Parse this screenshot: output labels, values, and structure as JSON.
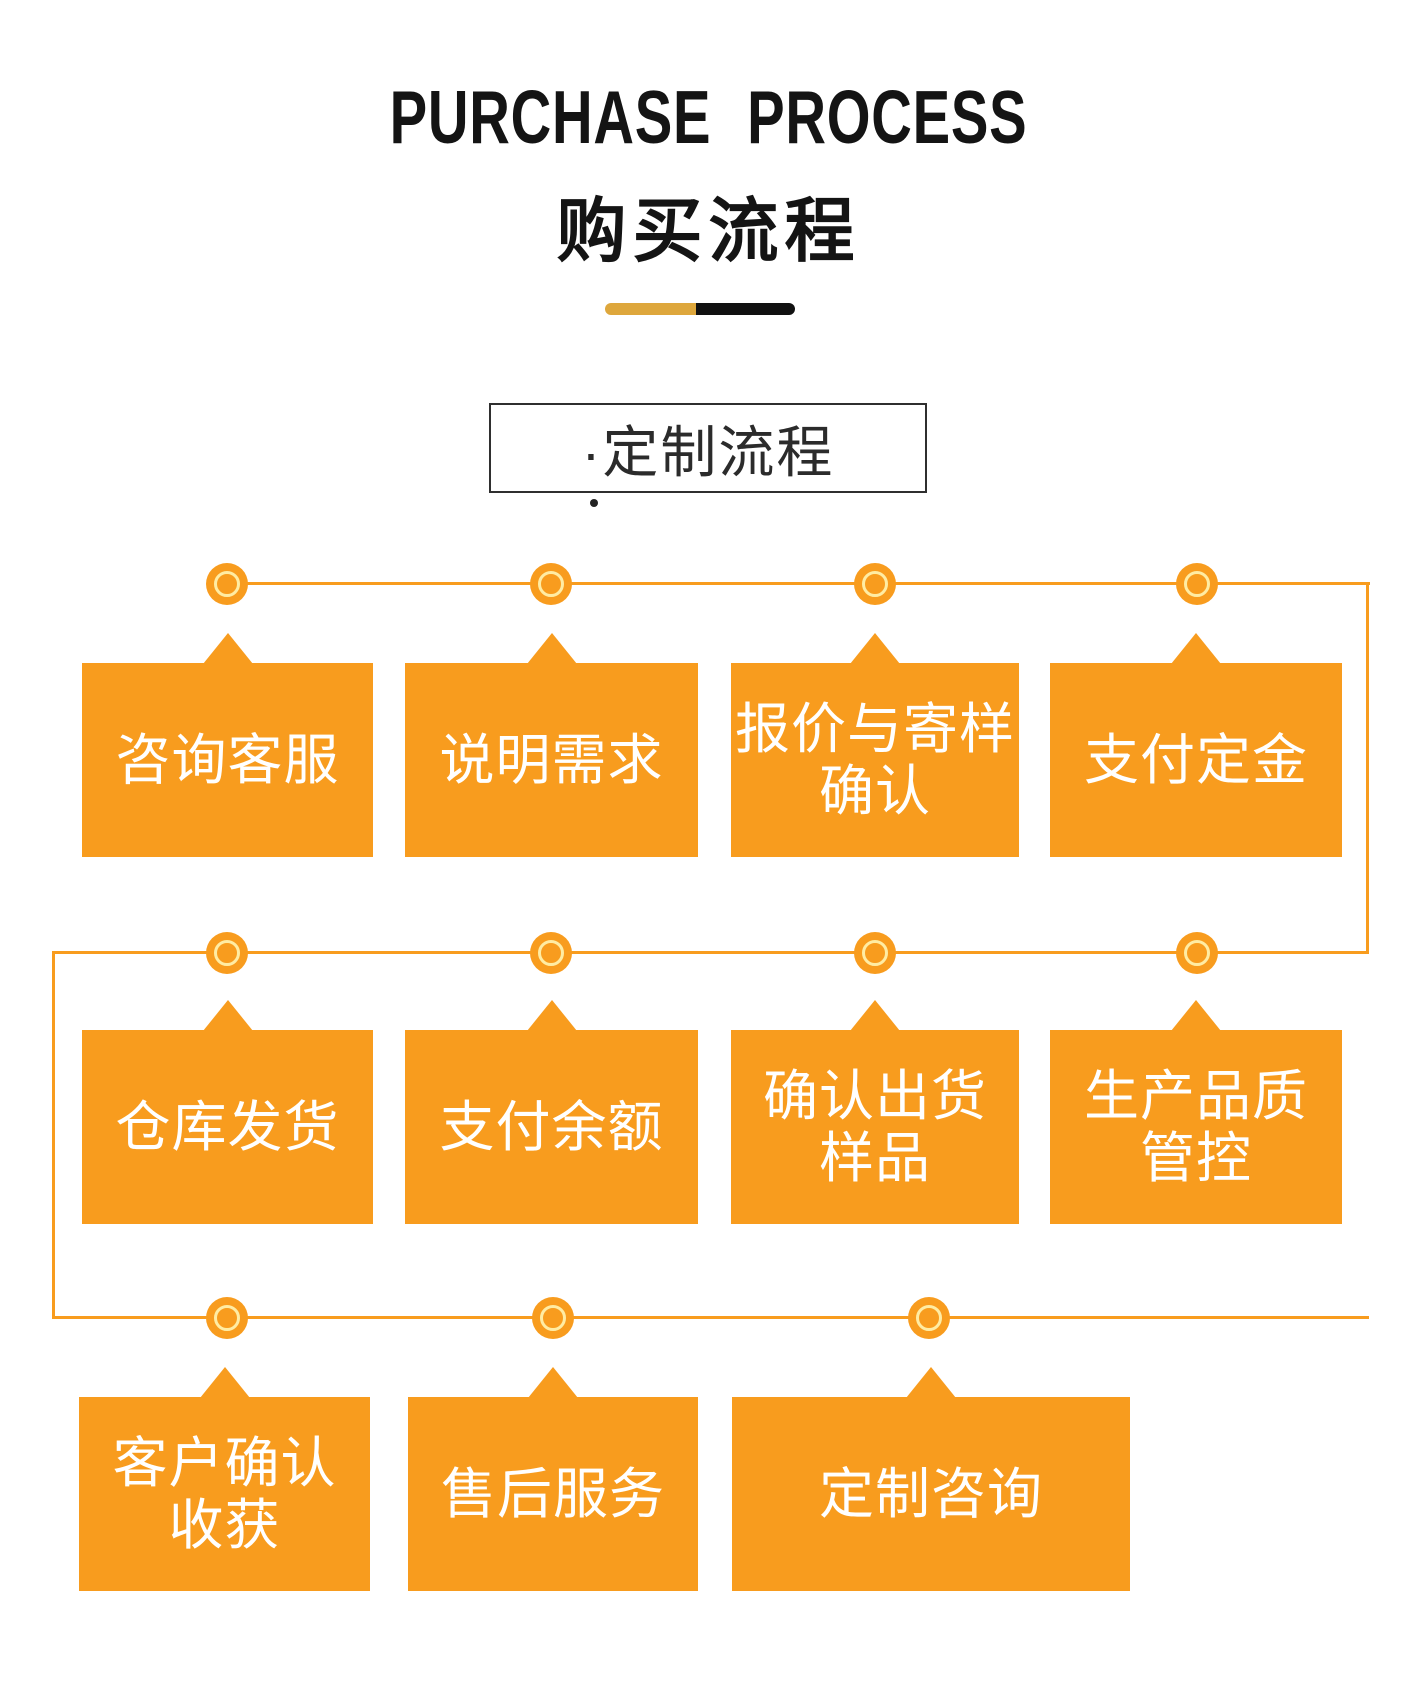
{
  "header": {
    "title_en": "PURCHASE PROCESS",
    "title_zh": "购买流程"
  },
  "section": {
    "label": "·定制流程"
  },
  "flow": {
    "rows": [
      {
        "steps": [
          "咨询客服",
          "说明需求",
          "报价与寄样\n确认",
          "支付定金"
        ]
      },
      {
        "steps": [
          "仓库发货",
          "支付余额",
          "确认出货\n样品",
          "生产品质\n管控"
        ]
      },
      {
        "steps": [
          "客户确认\n收获",
          "售后服务",
          "定制咨询"
        ]
      }
    ]
  },
  "colors": {
    "accent_orange": "#F89C1E",
    "ring_yellow": "#FFECA3",
    "divider_gold": "#DEA73C",
    "divider_black": "#111111",
    "title_black": "#141414",
    "box_border": "#2F2F2F",
    "text_white": "#FFFFFF"
  }
}
